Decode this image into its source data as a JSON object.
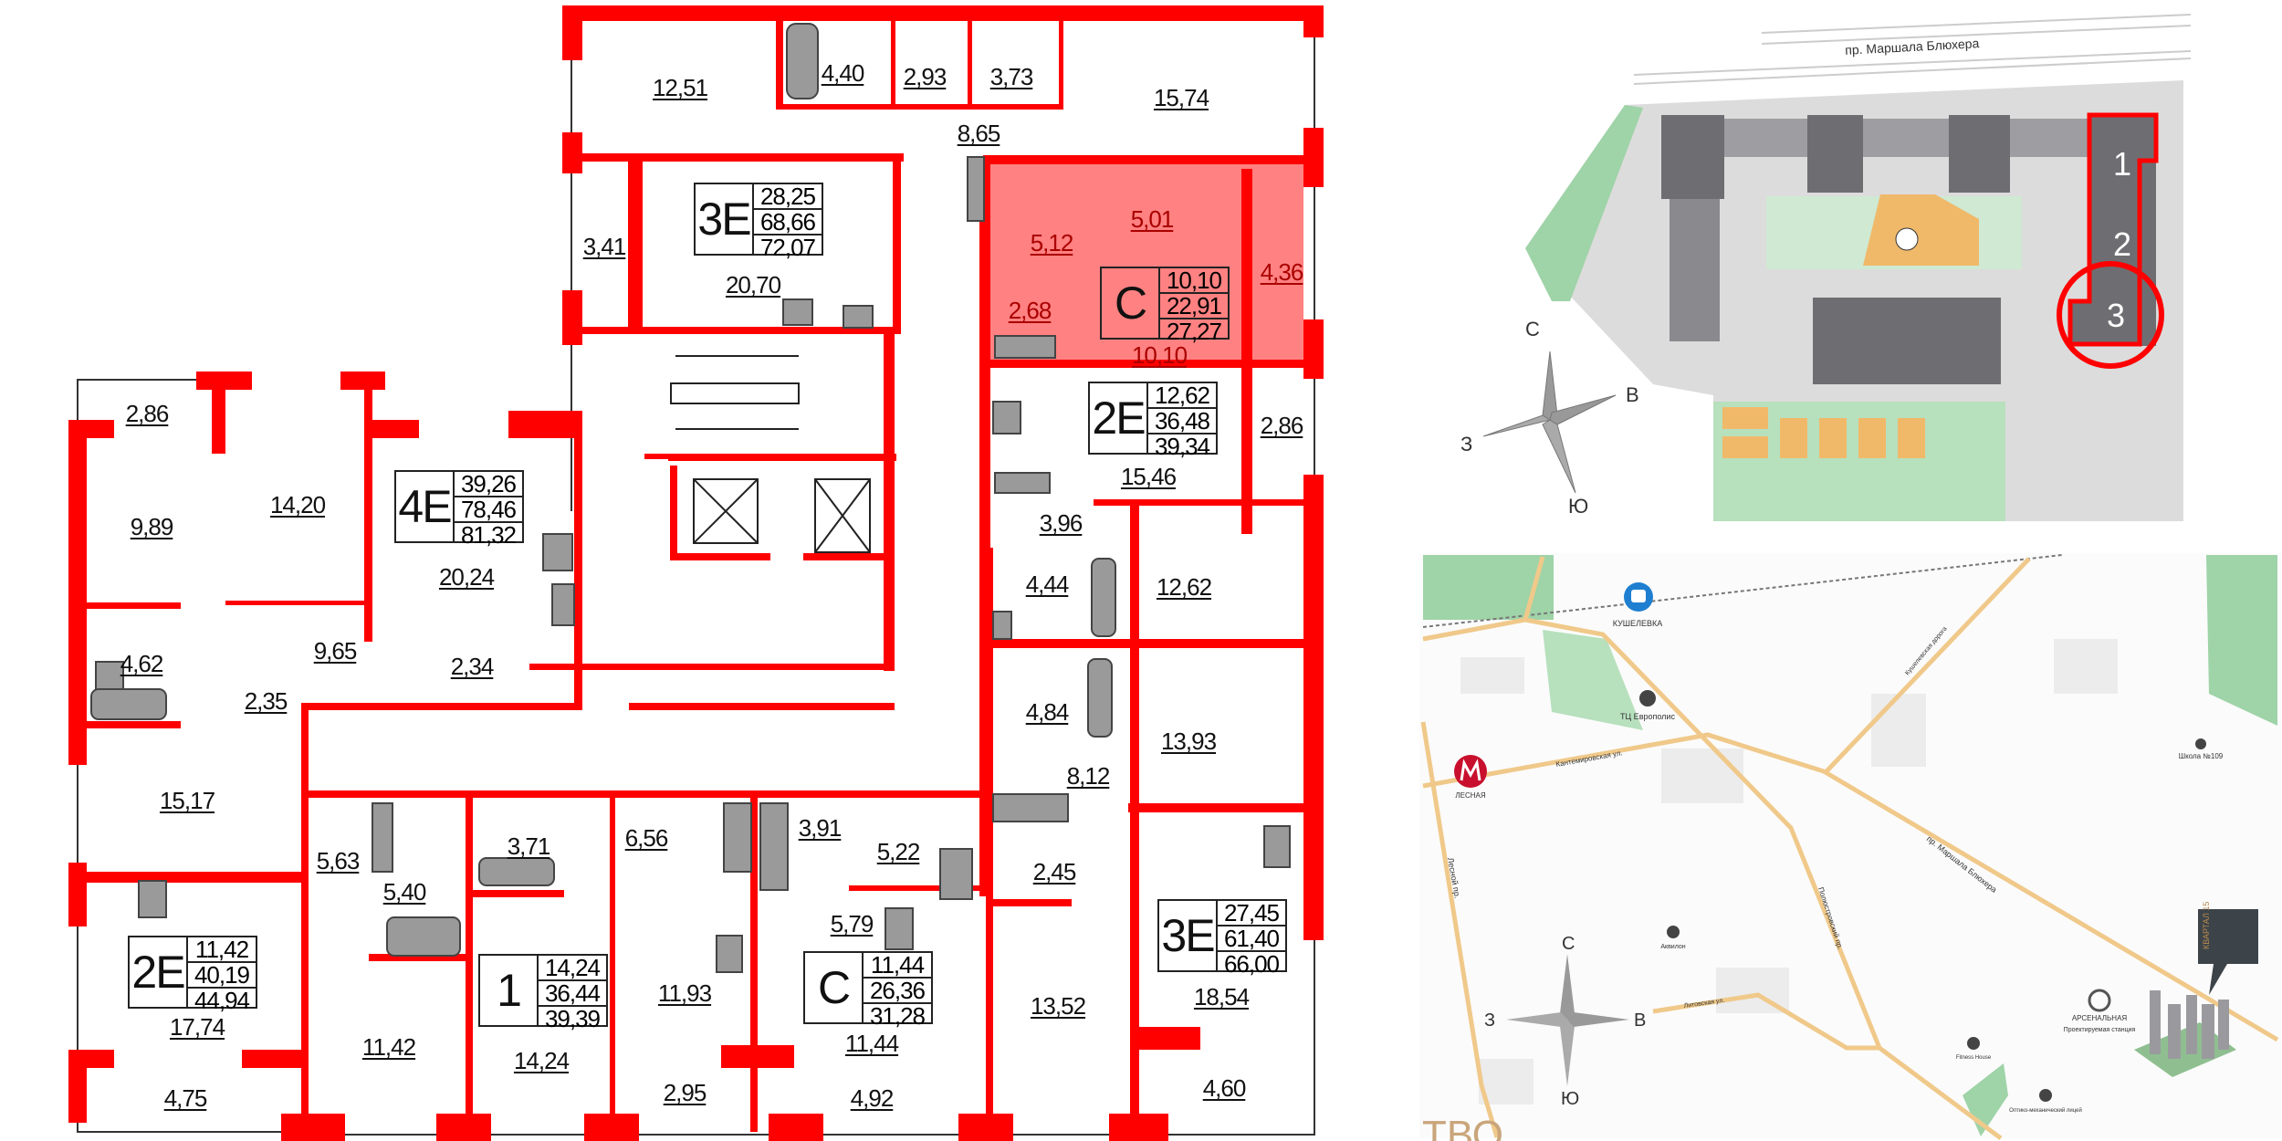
{
  "floor_plan": {
    "colors": {
      "wall": "#ff0000",
      "highlight": "#ff6b6b",
      "fixture": "#9a9a9a"
    },
    "rooms": [
      "12,51",
      "4,40",
      "2,93",
      "3,73",
      "15,74",
      "8,65",
      "3,41",
      "20,70",
      "5,12",
      "5,01",
      "2,68",
      "10,10",
      "4,36",
      "15,46",
      "2,86",
      "3,96",
      "4,44",
      "12,62",
      "4,84",
      "13,93",
      "8,12",
      "2,45",
      "18,54",
      "13,52",
      "4,60",
      "2,86",
      "9,89",
      "14,20",
      "20,24",
      "4,62",
      "2,35",
      "9,65",
      "2,34",
      "15,17",
      "5,63",
      "5,40",
      "3,71",
      "6,56",
      "3,91",
      "5,22",
      "5,79",
      "17,74",
      "11,42",
      "14,24",
      "11,93",
      "11,44",
      "4,75",
      "2,95",
      "4,92"
    ],
    "apartments": [
      {
        "type": "3Е",
        "living": "28,25",
        "total": "68,66",
        "total_with_balcony": "72,07"
      },
      {
        "type": "С",
        "living": "10,10",
        "total": "22,91",
        "total_with_balcony": "27,27",
        "highlighted": true
      },
      {
        "type": "2Е",
        "living": "12,62",
        "total": "36,48",
        "total_with_balcony": "39,34"
      },
      {
        "type": "4Е",
        "living": "39,26",
        "total": "78,46",
        "total_with_balcony": "81,32"
      },
      {
        "type": "3Е",
        "living": "27,45",
        "total": "61,40",
        "total_with_balcony": "66,00"
      },
      {
        "type": "2Е",
        "living": "11,42",
        "total": "40,19",
        "total_with_balcony": "44,94"
      },
      {
        "type": "1",
        "living": "14,24",
        "total": "36,44",
        "total_with_balcony": "39,39"
      },
      {
        "type": "С",
        "living": "11,44",
        "total": "26,36",
        "total_with_balcony": "31,28"
      }
    ]
  },
  "site_plan": {
    "street": "пр. Маршала Блюхера",
    "sections": [
      "1",
      "2",
      "3"
    ],
    "selected_section": "3",
    "compass": {
      "n": "С",
      "e": "В",
      "w": "З",
      "s": "Ю"
    }
  },
  "city_map": {
    "labels": {
      "bus_station": "КУШЕЛЕВКА",
      "mall": "ТЦ Европолис",
      "metro_lesnaya": "ЛЕСНАЯ",
      "kantemirovskaya": "Кантемировская ул.",
      "lesnoy": "Лесной пр.",
      "polyustrovsky": "Полюстровский пр.",
      "blyukhera": "пр. Маршала Блюхера",
      "kushelevskaya": "Кушелевская дорога",
      "school": "Школа №109",
      "litovskaya": "Литовская ул.",
      "akvilon": "Аквилон",
      "metro_arsenalnaya": "АРСЕНАЛЬНАЯ",
      "planned_station": "Проектируемая станция",
      "fitness": "Fitness House",
      "lyceum": "Оптико-механический лицей",
      "logo": "КВАРТАЛ 15",
      "partial_text": "ТВО"
    },
    "compass": {
      "n": "С",
      "e": "В",
      "w": "З",
      "s": "Ю"
    },
    "colors": {
      "road": "#f0c98a",
      "park": "#9fd3a8",
      "metro": "#c8102e",
      "bus": "#1e7fd0",
      "logo_bg": "#3d4449",
      "logo_accent": "#b98a4e"
    }
  }
}
